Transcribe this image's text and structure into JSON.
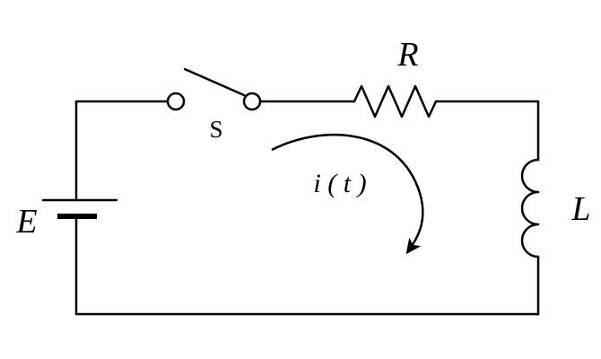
{
  "diagram": {
    "labels": {
      "source": "E",
      "switch": "S",
      "resistor": "R",
      "inductor": "L",
      "current": "i ( t )"
    },
    "colors": {
      "stroke": "#000000",
      "background": "#ffffff"
    }
  }
}
